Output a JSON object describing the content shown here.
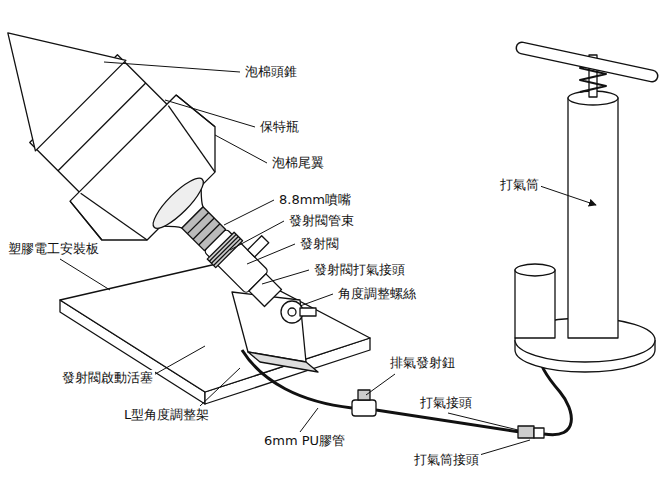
{
  "diagram": {
    "labels": [
      "泡棉頭錐",
      "保特瓶",
      "泡棉尾翼",
      "8.8mm噴嘴",
      "發射閥管束",
      "發射閥",
      "發射閥打氣接頭",
      "角度調整螺絲",
      "塑膠電工安裝板",
      "發射閥啟動活塞",
      "L型角度調整架",
      "6mm PU膠管",
      "排氣發射鈕",
      "打氣接頭",
      "打氣筒接頭",
      "打氣筒"
    ]
  }
}
